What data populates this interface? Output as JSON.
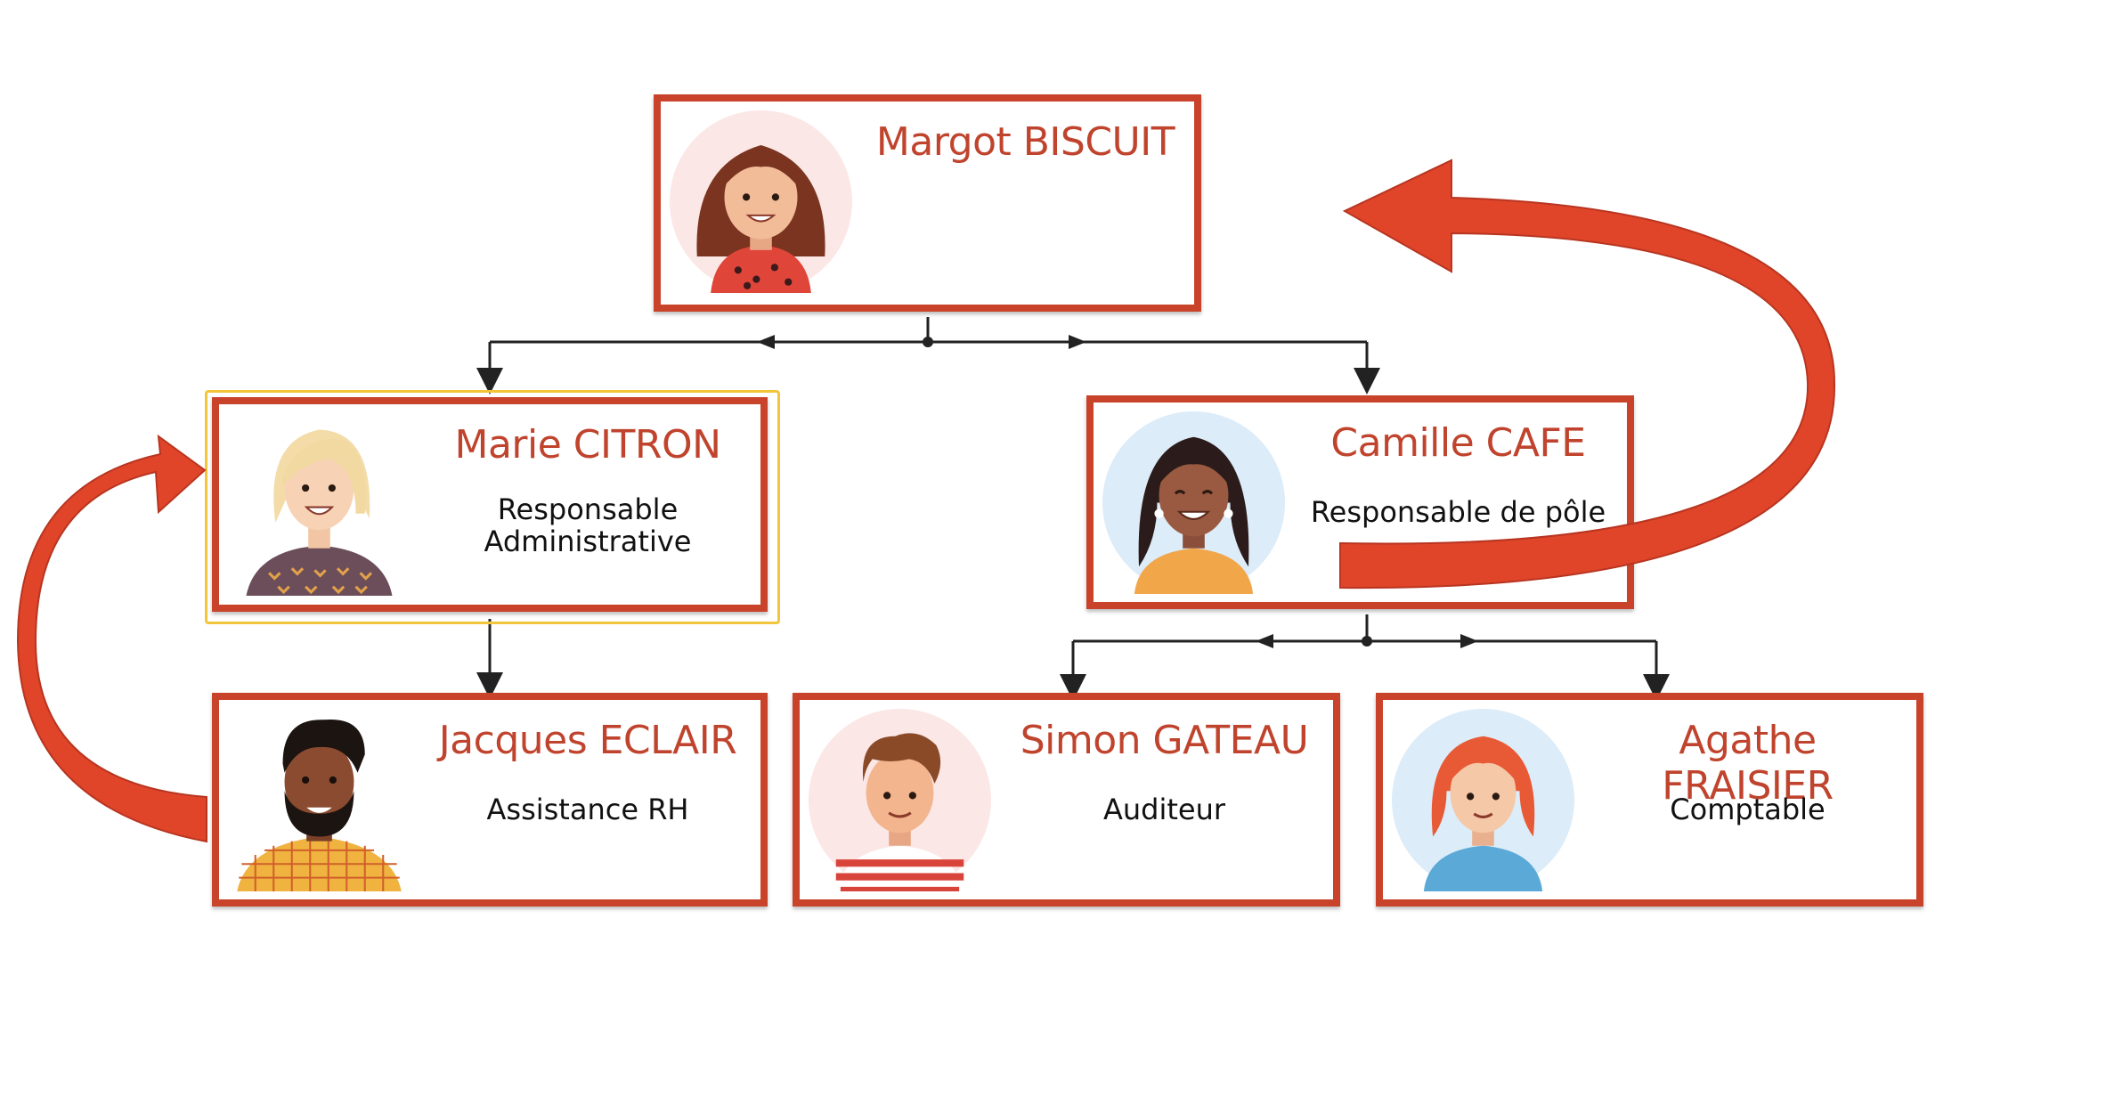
{
  "people": {
    "margot": {
      "name": "Margot BISCUIT",
      "role": ""
    },
    "marie": {
      "name": "Marie CITRON",
      "role_line1": "Responsable",
      "role_line2": "Administrative"
    },
    "camille": {
      "name": "Camille CAFE",
      "role": "Responsable de pôle"
    },
    "jacques": {
      "name": "Jacques ECLAIR",
      "role": "Assistance RH"
    },
    "simon": {
      "name": "Simon GATEAU",
      "role": "Auditeur"
    },
    "agathe": {
      "name": "Agathe FRAISIER",
      "role": "Comptable"
    }
  },
  "colors": {
    "card_border": "#c9432b",
    "name_text": "#c0442d",
    "curved_arrow": "#e0452a",
    "selection_outline": "#f3c53b",
    "connector": "#222222"
  }
}
